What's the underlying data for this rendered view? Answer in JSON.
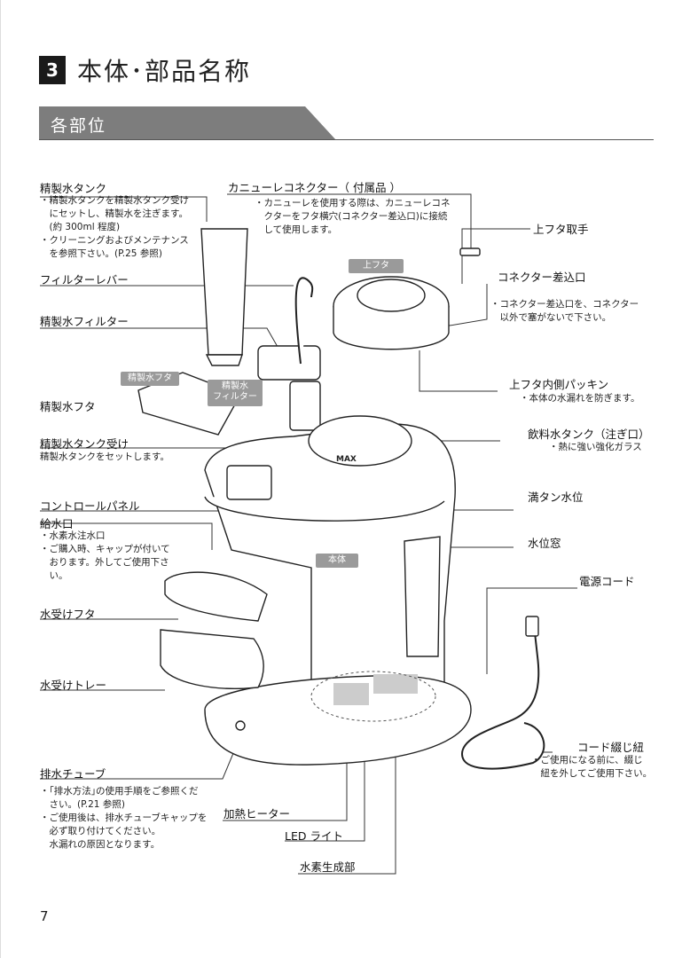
{
  "section": {
    "number": "3",
    "title": "本体･部品名称"
  },
  "subsection": {
    "title": "各部位"
  },
  "page_number": "7",
  "labels": {
    "seisei_tank": "精製水タンク",
    "cannula_connector": "カニューレコネクター（ 付属品 ）",
    "lid_handle": "上フタ取手",
    "filter_lever": "フィルターレバー",
    "connector_port": "コネクター差込口",
    "seisei_filter": "精製水フィルター",
    "lid_packing": "上フタ内側パッキン",
    "seisei_lid": "精製水フタ",
    "drink_tank": "飲料水タンク（注ぎ口）",
    "tank_receiver": "精製水タンク受け",
    "full_level": "満タン水位",
    "control_panel": "コントロールパネル",
    "water_outlet": "給水口",
    "level_window": "水位窓",
    "power_cord": "電源コード",
    "drip_lid": "水受けフタ",
    "drip_tray": "水受けトレー",
    "cord_tie": "コード綴じ紐",
    "drain_tube": "排水チューブ",
    "heater": "加熱ヒーター",
    "led_light": "LED ライト",
    "hydrogen_unit": "水素生成部"
  },
  "notes": {
    "seisei_tank": "・精製水タンクを精製水タンク受け\n　にセットし、精製水を注ぎます。\n　(約 300ml 程度)\n・クリーニングおよびメンテナンス\n　を参照下さい。(P.25 参照)",
    "cannula_connector": "・カニューレを使用する際は、カニューレコネ\n　クターをフタ横穴(コネクター差込口)に接続\n　して使用します。",
    "connector_port": "・コネクター差込口を、コネクター\n　以外で塞がないで下さい。",
    "lid_packing": "・本体の水漏れを防ぎます。",
    "drink_tank": "・熱に強い強化ガラス",
    "tank_receiver": "精製水タンクをセットします。",
    "water_outlet": "・水素水注水口\n・ご購入時、キャップが付いて\n　おります。外してご使用下さ\n　い。",
    "cord_tie": "・ご使用になる前に、綴じ\n　紐を外してご使用下さい。",
    "drain_tube": "・｢排水方法｣の使用手順をご参照くだ\n　さい。(P.21 参照)\n・ご使用後は、排水チューブキャップを\n　必ず取り付けてください。\n　水漏れの原因となります。"
  },
  "tags": {
    "upper_lid": "上フタ",
    "seisei_lid": "精製水フタ",
    "seisei_filter": "精製水\nフィルター",
    "body": "本体"
  },
  "colors": {
    "band": "#7d7d7d",
    "tag": "#9a9a9a",
    "line": "#333333"
  }
}
